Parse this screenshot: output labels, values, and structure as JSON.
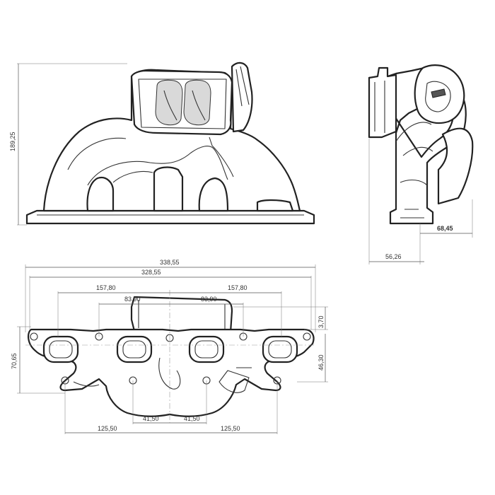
{
  "dimensions": {
    "front_height": "189,25",
    "side_depth": "56,26",
    "side_flange": "68,45",
    "overall_length": "338,55",
    "flange_length": "328,55",
    "left_turbo_offset": "157,80",
    "right_turbo_offset": "157,80",
    "left_inner": "83,90",
    "right_inner": "83,90",
    "flange_top": "3,70",
    "flange_height": "70,65",
    "port_height": "46,30",
    "left_runner": "125,50",
    "left_center": "41,50",
    "right_center": "41,50",
    "right_runner": "125,50"
  }
}
